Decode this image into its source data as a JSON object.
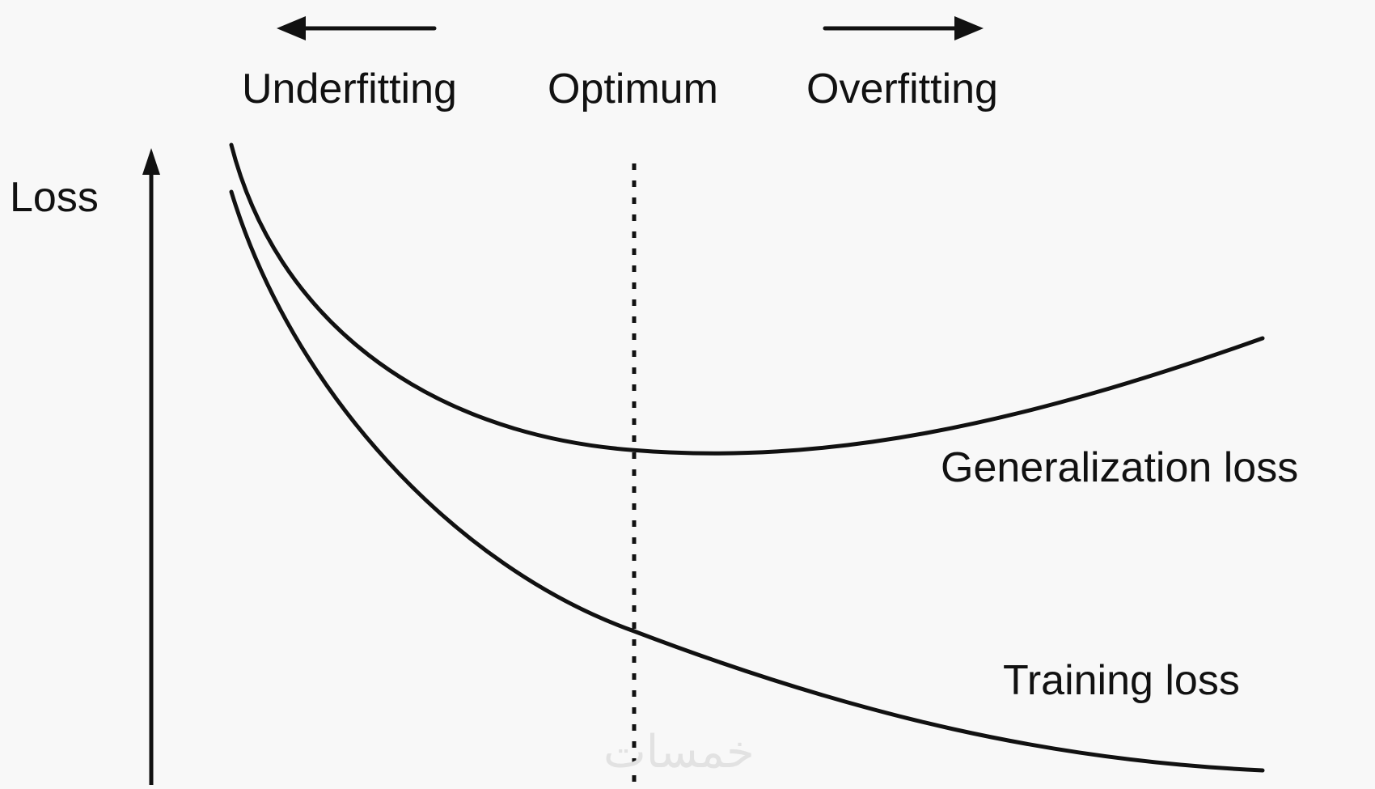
{
  "diagram": {
    "y_axis_label": "Loss",
    "regions": {
      "left": "Underfitting",
      "center": "Optimum",
      "right": "Overfitting"
    },
    "curves": {
      "generalization": "Generalization loss",
      "training": "Training loss"
    },
    "watermark": "خمسات"
  },
  "colors": {
    "background": "#f8f8f8",
    "ink": "#111111",
    "watermark": "#e2e2e2"
  }
}
